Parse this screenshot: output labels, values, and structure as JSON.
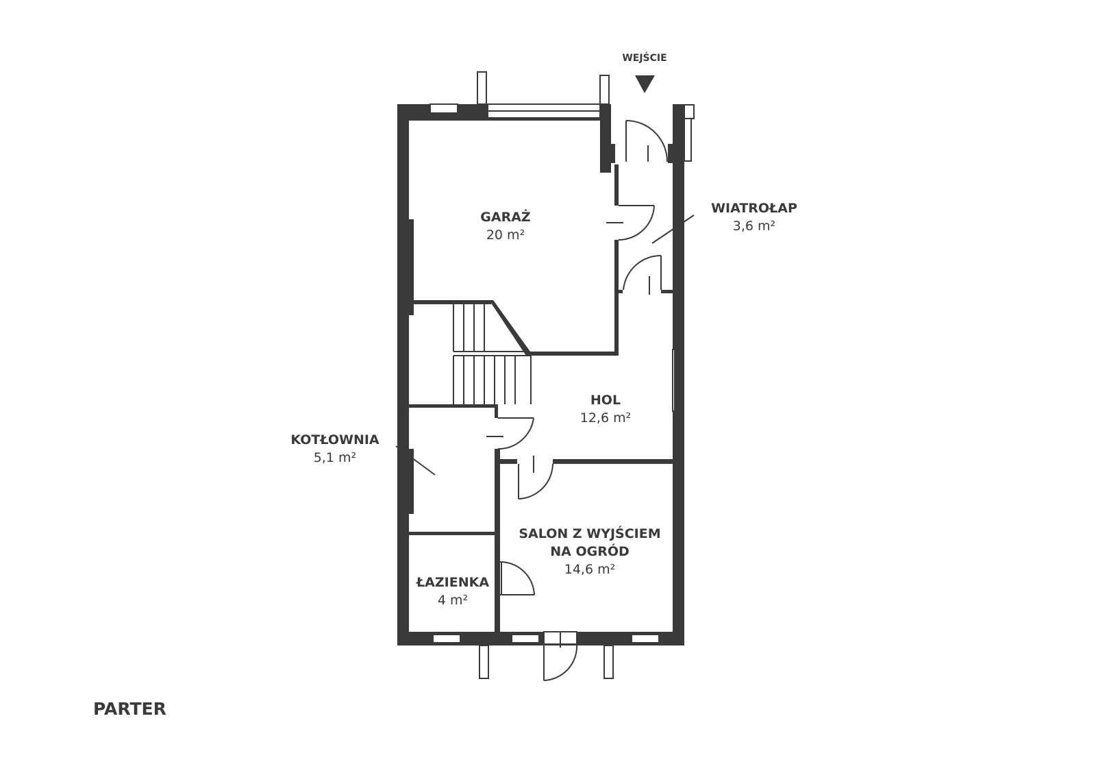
{
  "floor_label": "PARTER",
  "entry_label": "WEJŚCIE",
  "rooms": {
    "garaz": {
      "name": "GARAŻ",
      "area": "20 m²"
    },
    "wiatrolap": {
      "name": "WIATROŁAP",
      "area": "3,6 m²"
    },
    "hol": {
      "name": "HOL",
      "area": "12,6 m²"
    },
    "kotlownia": {
      "name": "KOTŁOWNIA",
      "area": "5,1 m²"
    },
    "salon": {
      "name_line1": "SALON Z WYJŚCIEM",
      "name_line2": "NA OGRÓD",
      "area": "14,6 m²"
    },
    "lazienka": {
      "name": "ŁAZIENKA",
      "area": "4 m²"
    }
  }
}
